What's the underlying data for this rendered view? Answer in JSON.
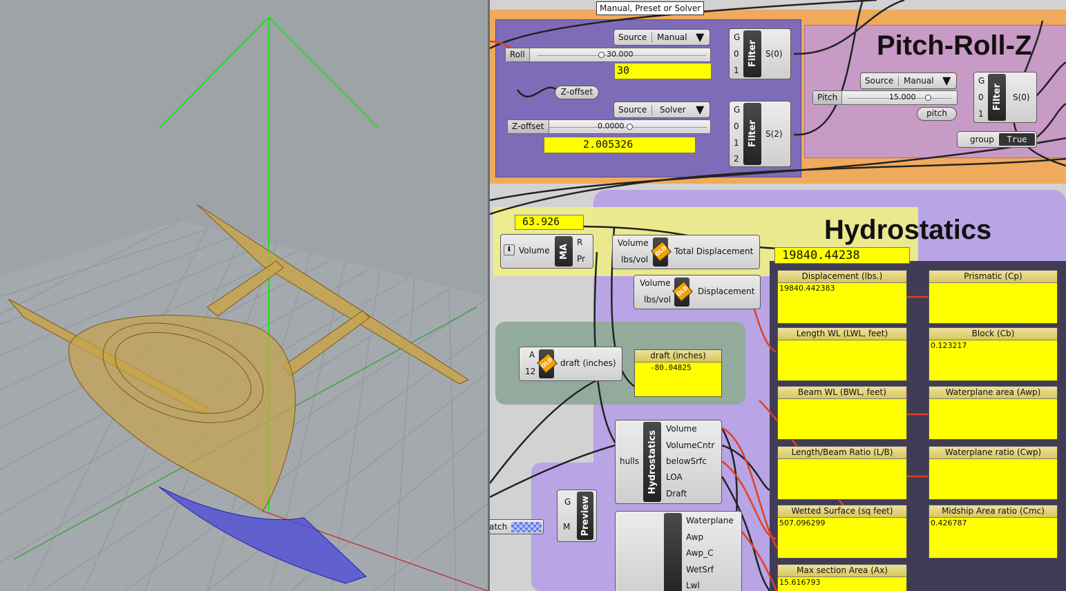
{
  "tooltip": "Manual, Preset or Solver",
  "pitch_roll_z": {
    "title": "Pitch-Roll-Z",
    "roll_filter": {
      "source_label": "Source",
      "source_value": "Manual",
      "slider_label": "Roll",
      "slider_value": "30.000",
      "panel_value": "30",
      "inputs": [
        "G",
        "0",
        "1"
      ],
      "component": "Filter",
      "output": "S(0)"
    },
    "z_offset_param": "Z-offset",
    "z_filter": {
      "source_label": "Source",
      "source_value": "Solver",
      "slider_label": "Z-offset",
      "slider_value": "0.0000",
      "panel_value": "2.005326",
      "inputs": [
        "G",
        "0",
        "1",
        "2"
      ],
      "component": "Filter",
      "output": "S(2)"
    },
    "pitch_filter": {
      "source_label": "Source",
      "source_value": "Manual",
      "slider_label": "Pitch",
      "slider_value": "15.000",
      "param_label": "pitch",
      "inputs": [
        "G",
        "0",
        "1"
      ],
      "component": "Filter",
      "output": "S(0)"
    },
    "group_toggle": {
      "label": "group",
      "value": "True"
    }
  },
  "hydrostatics": {
    "title": "Hydrostatics",
    "density_panel": "63.926",
    "total_disp_panel": "19840.44238",
    "volume_param": "Volume",
    "mass_comp": {
      "name": "MA",
      "outputs": [
        "R",
        "Pr"
      ]
    },
    "total_disp_comp": {
      "inputs": [
        "Volume",
        "lbs/vol"
      ],
      "badge": "OLD",
      "output": "Total Displacement"
    },
    "disp_comp": {
      "inputs": [
        "Volume",
        "lbs/vol"
      ],
      "badge": "OLD",
      "output": "Displacement"
    },
    "draft_comp": {
      "inputs": [
        "A",
        "12"
      ],
      "badge": "OLD",
      "output": "draft (inches)"
    },
    "draft_panel": {
      "title": "draft (inches)",
      "value": "-80.04825"
    },
    "hydro_comp": {
      "name": "Hydrostatics",
      "input": "hulls",
      "outputs": [
        "Volume",
        "VolumeCntr",
        "belowSrfc",
        "LOA",
        "Draft"
      ]
    },
    "waterplane_comp": {
      "outputs": [
        "Waterplane",
        "Awp",
        "Awp_C",
        "WetSrf",
        "Lwl"
      ]
    },
    "preview": {
      "name": "Preview",
      "inputs": [
        "G",
        "M"
      ],
      "swatch_label": "atch"
    },
    "panels_left": [
      {
        "title": "Displacement (lbs.)",
        "value": "19840.442383"
      },
      {
        "title": "Length WL (LWL, feet)",
        "value": ""
      },
      {
        "title": "Beam WL (BWL, feet)",
        "value": ""
      },
      {
        "title": "Length/Beam Ratio (L/B)",
        "value": ""
      },
      {
        "title": "Wetted Surface (sq feet)",
        "value": "507.096299"
      },
      {
        "title": "Max section Area (Ax)",
        "value": "15.616793"
      }
    ],
    "panels_right": [
      {
        "title": "Prismatic (Cp)",
        "value": ""
      },
      {
        "title": "Block (Cb)",
        "value": "0.123217"
      },
      {
        "title": "Waterplane area (Awp)",
        "value": ""
      },
      {
        "title": "Waterplane ratio (Cwp)",
        "value": ""
      },
      {
        "title": "Midship Area ratio (Cmc)",
        "value": "0.426787"
      }
    ]
  },
  "colors": {
    "viewport_bg": "#9ea3a8",
    "canvas_bg": "#d2d2d2",
    "orange_group": "#f0aa5c",
    "purple_group": "#7e6cb8",
    "pink_group": "#c89ac6",
    "lilac_group": "#b9a4e6",
    "dark_group": "#403c56",
    "green_group": "#93ab9c",
    "panel_yellow": "#ffff00",
    "hull_gold": "#c8a44c"
  }
}
